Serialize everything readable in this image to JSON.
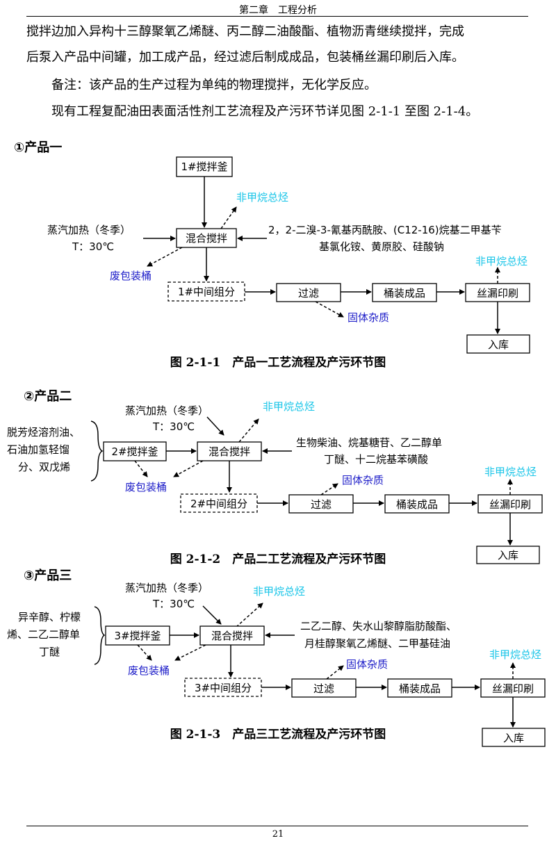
{
  "header": {
    "title": "第二章　工程分析"
  },
  "body": {
    "para1_line1": "搅拌边加入异构十三醇聚氧乙烯醚、丙二醇二油酸酯、植物沥青继续搅拌，完成",
    "para1_line2": "后泵入产品中间罐，加工成产品，经过滤后制成成品，包装桶丝漏印刷后入库。",
    "note": "备注：该产品的生产过程为单纯的物理搅拌，无化学反应。",
    "intro": "现有工程复配油田表面活性剂工艺流程及产污环节详见图 2-1-1 至图 2-1-4。"
  },
  "product1": {
    "section_title": "①产品一",
    "tank": "1#搅拌釜",
    "mixer": "混合搅拌",
    "intermediate": "1#中间组分",
    "filter": "过滤",
    "packing": "桶装成品",
    "printing": "丝漏印刷",
    "storage": "入库",
    "steam_line1": "蒸汽加热（冬季）",
    "steam_line2": "T：30℃",
    "additives_line1": "2，2-二溴-3-氰基丙酰胺、(C12-16)烷基二甲基苄",
    "additives_line2": "基氯化铵、黄原胶、硅酸钠",
    "emission_mixer": "非甲烷总烃",
    "emission_print": "非甲烷总烃",
    "waste_drum": "废包装桶",
    "solid_impurity": "固体杂质",
    "caption": "图 2-1-1　产品一工艺流程及产污环节图"
  },
  "product2": {
    "section_title": "②产品二",
    "tank": "2#搅拌釜",
    "mixer": "混合搅拌",
    "intermediate": "2#中间组分",
    "filter": "过滤",
    "packing": "桶装成品",
    "printing": "丝漏印刷",
    "storage": "入库",
    "steam_line1": "蒸汽加热（冬季）",
    "steam_line2": "T：30℃",
    "raw_line1": "脱芳烃溶剂油、",
    "raw_line2": "石油加氢轻馏",
    "raw_line3": "分、双戊烯",
    "additives_line1": "生物柴油、烷基糖苷、乙二醇单",
    "additives_line2": "丁醚、十二烷基苯磺酸",
    "emission_mixer": "非甲烷总烃",
    "emission_print": "非甲烷总烃",
    "waste_drum": "废包装桶",
    "solid_impurity": "固体杂质",
    "caption": "图 2-1-2　产品二工艺流程及产污环节图"
  },
  "product3": {
    "section_title": "③产品三",
    "tank": "3#搅拌釜",
    "mixer": "混合搅拌",
    "intermediate": "3#中间组分",
    "filter": "过滤",
    "packing": "桶装成品",
    "printing": "丝漏印刷",
    "storage": "入库",
    "steam_line1": "蒸汽加热（冬季）",
    "steam_line2": "T：30℃",
    "raw_line1": "异辛醇、柠檬",
    "raw_line2": "烯、二乙二醇单",
    "raw_line3": "丁醚",
    "additives_line1": "二乙二醇、失水山黎醇脂肪酸酯、",
    "additives_line2": "月桂醇聚氧乙烯醚、二甲基硅油",
    "emission_mixer": "非甲烷总烃",
    "emission_print": "非甲烷总烃",
    "waste_drum": "废包装桶",
    "solid_impurity": "固体杂质",
    "caption": "图 2-1-3　产品三工艺流程及产污环节图"
  },
  "footer": {
    "page_number": "21"
  },
  "colors": {
    "emission": "#19c5e8",
    "waste": "#1c1cc8"
  }
}
